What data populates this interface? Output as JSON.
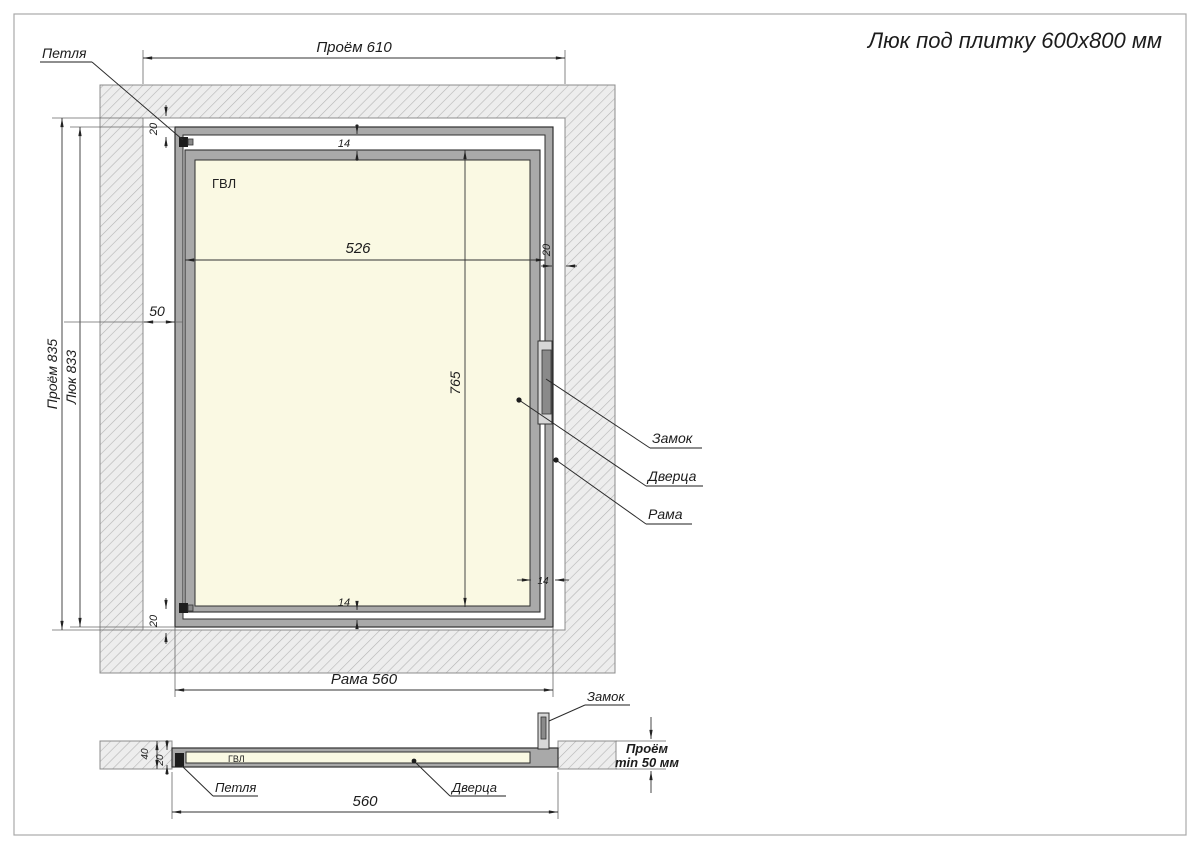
{
  "title": "Люк под плитку 600х800 мм",
  "front_view": {
    "labels": {
      "hinge": "Петля",
      "lock": "Замок",
      "door": "Дверца",
      "frame": "Рама",
      "panel": "ГВЛ"
    },
    "dims": {
      "opening_width": "Проём 610",
      "opening_height": "Проём 835",
      "hatch_height": "Люк 833",
      "frame_width": "Рама 560",
      "door_width": "526",
      "door_height": "765",
      "offset_50": "50",
      "gap_20_top": "20",
      "gap_20_bottom": "20",
      "gap_20_right": "20",
      "gap_14_top": "14",
      "gap_14_bottom": "14",
      "gap_14_right": "14"
    }
  },
  "section_view": {
    "labels": {
      "lock": "Замок",
      "hinge": "Петля",
      "door": "Дверца",
      "panel": "ГВЛ"
    },
    "dims": {
      "opening_depth_line1": "Проём",
      "opening_depth_line2": "min 50 мм",
      "frame_width": "560",
      "thickness_40": "40",
      "thickness_20": "20"
    }
  },
  "colors": {
    "panel_fill": "#FAF9E3",
    "frame_fill": "#A9A9A9",
    "wall_hatch_bg": "#EDEDED",
    "wall_hatch_line": "#B5B5B5",
    "line": "#2F2F2F"
  }
}
